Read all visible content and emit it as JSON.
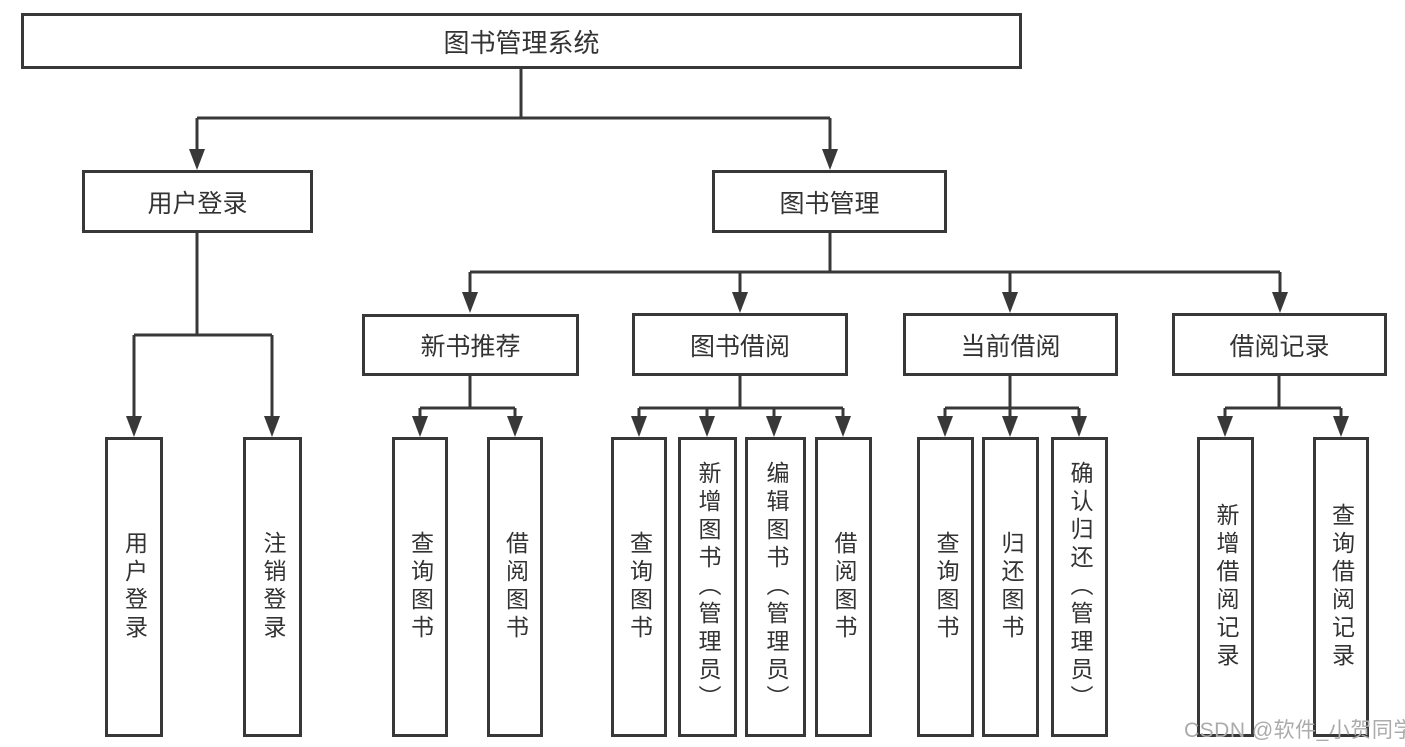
{
  "diagram": {
    "root": {
      "label": "图书管理系统"
    },
    "level1": [
      {
        "label": "用户登录"
      },
      {
        "label": "图书管理"
      }
    ],
    "level2": [
      {
        "label": "新书推荐",
        "parent": "图书管理"
      },
      {
        "label": "图书借阅",
        "parent": "图书管理"
      },
      {
        "label": "当前借阅",
        "parent": "图书管理"
      },
      {
        "label": "借阅记录",
        "parent": "图书管理"
      }
    ],
    "leaves": [
      {
        "label": "用户登录",
        "parent": "用户登录"
      },
      {
        "label": "注销登录",
        "parent": "用户登录"
      },
      {
        "label": "查询图书",
        "parent": "新书推荐"
      },
      {
        "label": "借阅图书",
        "parent": "新书推荐"
      },
      {
        "label": "查询图书",
        "parent": "图书借阅"
      },
      {
        "label": "新增图书（管理员）",
        "parent": "图书借阅"
      },
      {
        "label": "编辑图书（管理员）",
        "parent": "图书借阅"
      },
      {
        "label": "借阅图书",
        "parent": "图书借阅"
      },
      {
        "label": "查询图书",
        "parent": "当前借阅"
      },
      {
        "label": "归还图书",
        "parent": "当前借阅"
      },
      {
        "label": "确认归还（管理员）",
        "parent": "当前借阅"
      },
      {
        "label": "新增借阅记录",
        "parent": "借阅记录"
      },
      {
        "label": "查询借阅记录",
        "parent": "借阅记录"
      }
    ]
  },
  "watermark": {
    "text": "CSDN @软件_小贺同学"
  },
  "colors": {
    "line": "#383838",
    "box_border": "#383838",
    "text": "#333333",
    "watermark": "#ababab",
    "background": "#ffffff"
  }
}
